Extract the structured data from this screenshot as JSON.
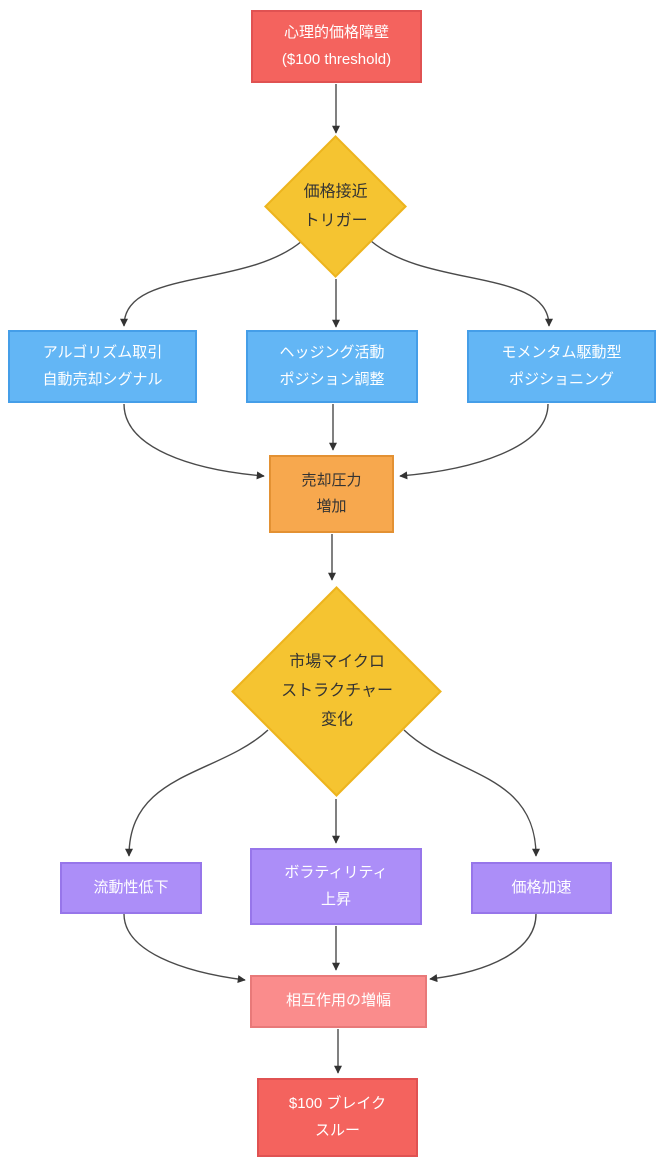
{
  "diagram": {
    "background_color": "#ffffff",
    "edge_color": "#4a4a4a",
    "arrowhead_color": "#333333",
    "nodes": {
      "threshold": {
        "label": "心理的価格障壁\n($100 threshold)",
        "shape": "rectangle",
        "fill": "#F4635E",
        "border": "#E05252",
        "text_color": "#FFFFFF"
      },
      "trigger": {
        "label": "価格接近\nトリガー",
        "shape": "diamond",
        "fill": "#F5C431",
        "border": "#EDB41E",
        "text_color": "#333333"
      },
      "algo": {
        "label": "アルゴリズム取引\n自動売却シグナル",
        "shape": "rectangle",
        "fill": "#63B6F5",
        "border": "#459EE8",
        "text_color": "#FFFFFF"
      },
      "hedging": {
        "label": "ヘッジング活動\nポジション調整",
        "shape": "rectangle",
        "fill": "#63B6F5",
        "border": "#459EE8",
        "text_color": "#FFFFFF"
      },
      "momentum": {
        "label": "モメンタム駆動型\nポジショニング",
        "shape": "rectangle",
        "fill": "#63B6F5",
        "border": "#459EE8",
        "text_color": "#FFFFFF"
      },
      "sell_pressure": {
        "label": "売却圧力\n増加",
        "shape": "rectangle",
        "fill": "#F7A84E",
        "border": "#E39133",
        "text_color": "#333333"
      },
      "microstructure": {
        "label": "市場マイクロ\nストラクチャー\n変化",
        "shape": "diamond",
        "fill": "#F5C431",
        "border": "#EDB41E",
        "text_color": "#333333"
      },
      "liquidity": {
        "label": "流動性低下",
        "shape": "rectangle",
        "fill": "#AC8EF8",
        "border": "#9776EA",
        "text_color": "#FFFFFF"
      },
      "volatility": {
        "label": "ボラティリティ\n上昇",
        "shape": "rectangle",
        "fill": "#AC8EF8",
        "border": "#9776EA",
        "text_color": "#FFFFFF"
      },
      "acceleration": {
        "label": "価格加速",
        "shape": "rectangle",
        "fill": "#AC8EF8",
        "border": "#9776EA",
        "text_color": "#FFFFFF"
      },
      "amplification": {
        "label": "相互作用の増幅",
        "shape": "rectangle",
        "fill": "#FA8C8C",
        "border": "#E87979",
        "text_color": "#FFFFFF"
      },
      "breakthrough": {
        "label": "$100 ブレイク\nスルー",
        "shape": "rectangle",
        "fill": "#F4635E",
        "border": "#E05252",
        "text_color": "#FFFFFF"
      }
    },
    "edges": [
      {
        "from": "threshold",
        "to": "trigger"
      },
      {
        "from": "trigger",
        "to": "algo"
      },
      {
        "from": "trigger",
        "to": "hedging"
      },
      {
        "from": "trigger",
        "to": "momentum"
      },
      {
        "from": "algo",
        "to": "sell_pressure"
      },
      {
        "from": "hedging",
        "to": "sell_pressure"
      },
      {
        "from": "momentum",
        "to": "sell_pressure"
      },
      {
        "from": "sell_pressure",
        "to": "microstructure"
      },
      {
        "from": "microstructure",
        "to": "liquidity"
      },
      {
        "from": "microstructure",
        "to": "volatility"
      },
      {
        "from": "microstructure",
        "to": "acceleration"
      },
      {
        "from": "liquidity",
        "to": "amplification"
      },
      {
        "from": "volatility",
        "to": "amplification"
      },
      {
        "from": "acceleration",
        "to": "amplification"
      },
      {
        "from": "amplification",
        "to": "breakthrough"
      }
    ]
  }
}
